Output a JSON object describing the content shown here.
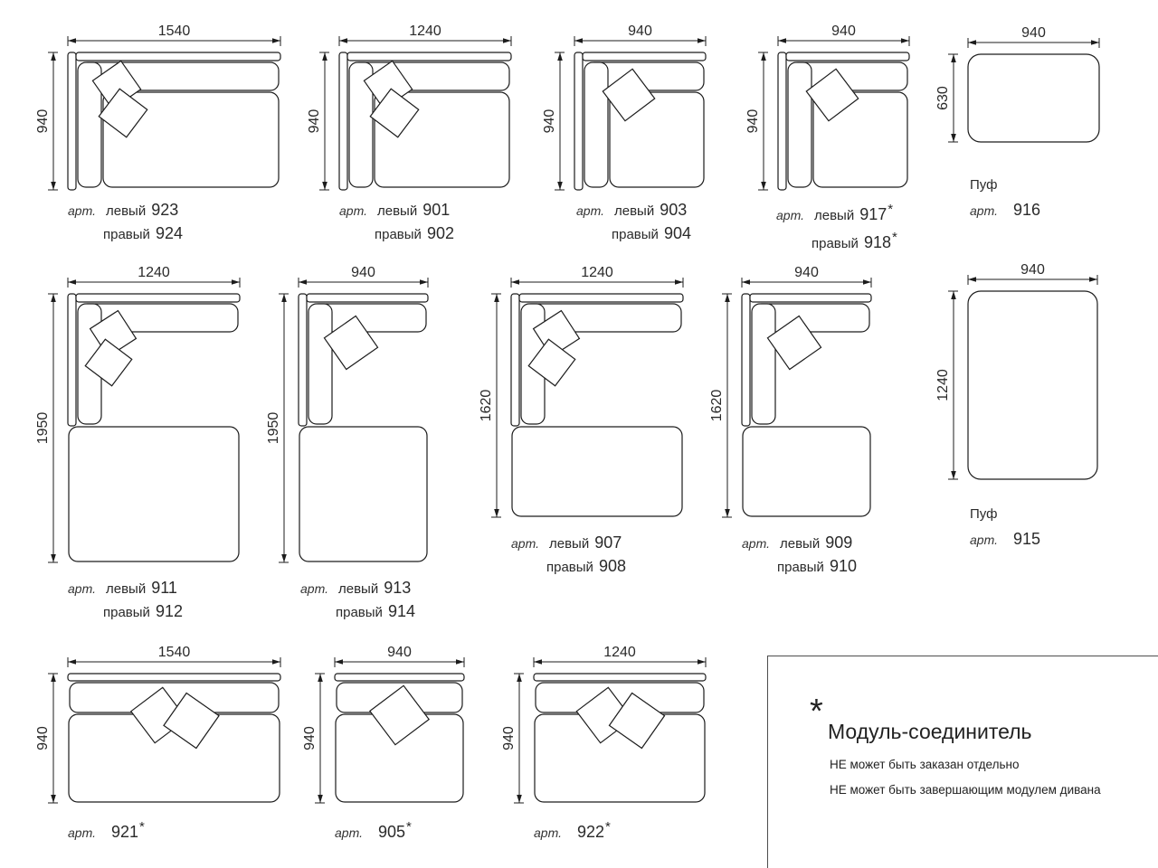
{
  "page": {
    "background": "#ffffff",
    "line_color": "#1c1c1c",
    "text_color": "#2a2a2a"
  },
  "labels": {
    "art": "арт.",
    "left": "левый",
    "right": "правый",
    "pouf": "Пуф",
    "star": "*"
  },
  "note_box": {
    "star": "*",
    "title": "Модуль-соединитель",
    "line1": "НЕ может быть заказан отдельно",
    "line2": "НЕ может быть завершающим модулем дивана"
  },
  "modules": [
    {
      "id": "923",
      "type": "corner",
      "pillows": 2,
      "width_label": "1540",
      "depth_label": "940",
      "caption": {
        "kind": "lr",
        "left_num": "923",
        "right_num": "924",
        "star": false
      }
    },
    {
      "id": "901",
      "type": "corner",
      "pillows": 2,
      "width_label": "1240",
      "depth_label": "940",
      "caption": {
        "kind": "lr",
        "left_num": "901",
        "right_num": "902",
        "star": false
      }
    },
    {
      "id": "903",
      "type": "corner",
      "pillows": 1,
      "width_label": "940",
      "depth_label": "940",
      "caption": {
        "kind": "lr",
        "left_num": "903",
        "right_num": "904",
        "star": false
      }
    },
    {
      "id": "917",
      "type": "corner",
      "pillows": 1,
      "width_label": "940",
      "depth_label": "940",
      "caption": {
        "kind": "lr",
        "left_num": "917",
        "right_num": "918",
        "star": true
      }
    },
    {
      "id": "916",
      "type": "pouf",
      "pillows": 0,
      "width_label": "940",
      "depth_label": "630",
      "caption": {
        "kind": "pouf",
        "num": "916"
      }
    },
    {
      "id": "911",
      "type": "chaise",
      "pillows": 2,
      "width_label": "1240",
      "depth_label": "1950",
      "caption": {
        "kind": "lr",
        "left_num": "911",
        "right_num": "912",
        "star": false
      }
    },
    {
      "id": "913",
      "type": "chaise",
      "pillows": 1,
      "width_label": "940",
      "depth_label": "1950",
      "caption": {
        "kind": "lr",
        "left_num": "913",
        "right_num": "914",
        "star": false
      }
    },
    {
      "id": "907",
      "type": "chaise",
      "pillows": 2,
      "width_label": "1240",
      "depth_label": "1620",
      "caption": {
        "kind": "lr",
        "left_num": "907",
        "right_num": "908",
        "star": false
      }
    },
    {
      "id": "909",
      "type": "chaise",
      "pillows": 1,
      "width_label": "940",
      "depth_label": "1620",
      "caption": {
        "kind": "lr",
        "left_num": "909",
        "right_num": "910",
        "star": false
      }
    },
    {
      "id": "915",
      "type": "pouf",
      "pillows": 0,
      "width_label": "940",
      "depth_label": "1240",
      "caption": {
        "kind": "pouf",
        "num": "915"
      }
    },
    {
      "id": "921",
      "type": "straight",
      "pillows": 2,
      "width_label": "1540",
      "depth_label": "940",
      "caption": {
        "kind": "single",
        "num": "921",
        "star": true
      }
    },
    {
      "id": "905",
      "type": "straight",
      "pillows": 1,
      "width_label": "940",
      "depth_label": "940",
      "caption": {
        "kind": "single",
        "num": "905",
        "star": true
      }
    },
    {
      "id": "922",
      "type": "straight",
      "pillows": 2,
      "width_label": "1240",
      "depth_label": "940",
      "caption": {
        "kind": "single",
        "num": "922",
        "star": true
      }
    }
  ]
}
